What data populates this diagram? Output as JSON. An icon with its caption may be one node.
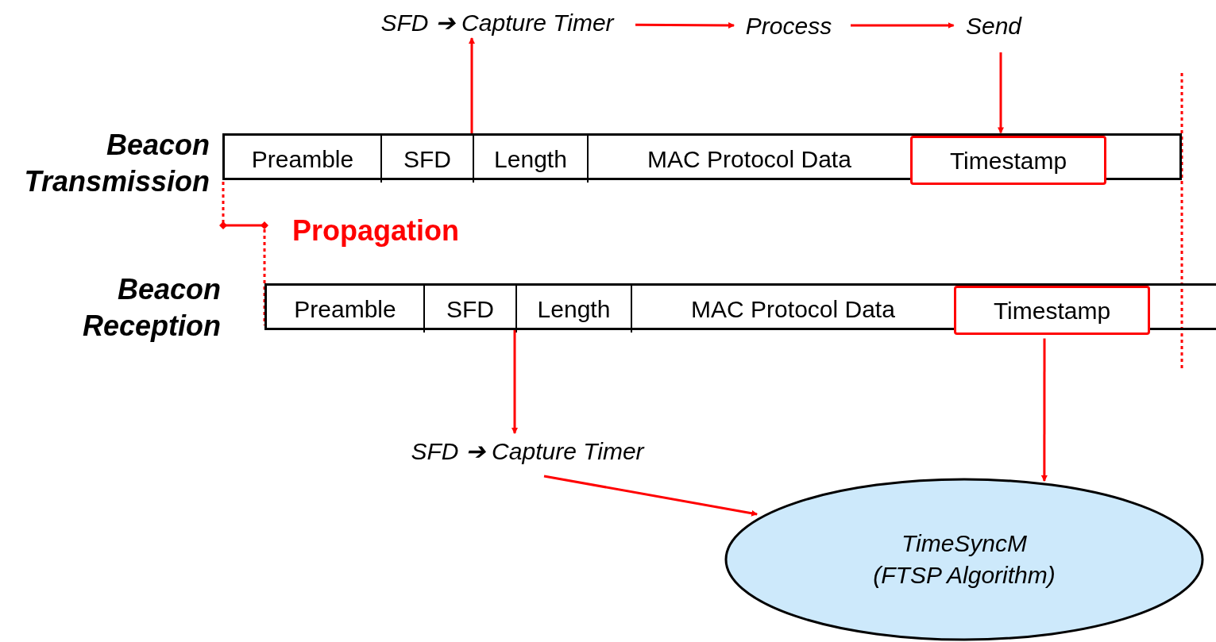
{
  "diagram": {
    "nodes": [
      {
        "text": [],
        "shape": "bar"
      },
      {
        "text": [
          "Preamble"
        ],
        "in": 0
      },
      {
        "text": [
          "SFD"
        ],
        "in": 0
      },
      {
        "text": [
          "Length"
        ],
        "in": 0
      },
      {
        "text": [
          "MAC Protocol Data"
        ],
        "in": 0
      },
      {
        "text": [
          "Timestamp"
        ],
        "in": 0
      },
      {
        "text": [],
        "shape": "bar"
      },
      {
        "text": [
          "Preamble"
        ],
        "in": 6
      },
      {
        "text": [
          "SFD"
        ],
        "in": 6
      },
      {
        "text": [
          "Length"
        ],
        "in": 6
      },
      {
        "text": [
          "MAC Protocol Data"
        ],
        "in": 6
      },
      {
        "text": [
          "Timestamp"
        ],
        "in": 6
      },
      {
        "text": [
          "SFD ➔ Capture Timer"
        ]
      },
      {
        "text": [
          "Process"
        ]
      },
      {
        "text": [
          "Send"
        ]
      },
      {
        "text": [
          "SFD ➔ Capture Timer"
        ]
      },
      {
        "text": [
          "TimeSyncM",
          "(FTSP Algorithm)"
        ]
      }
    ],
    "edges": [
      {
        "from": 2,
        "to": 12,
        "arrow": "to"
      },
      {
        "from": 12,
        "to": 13,
        "arrow": "to"
      },
      {
        "from": 13,
        "to": 14,
        "arrow": "to"
      },
      {
        "from": 14,
        "to": 5,
        "arrow": "to"
      },
      {
        "from": 8,
        "to": 15,
        "arrow": "to"
      },
      {
        "from": 15,
        "to": 16,
        "arrow": "to"
      },
      {
        "from": 11,
        "to": 16,
        "arrow": "to"
      }
    ],
    "labels": [
      "Beacon Transmission",
      "Propagation",
      "Beacon Reception"
    ]
  }
}
